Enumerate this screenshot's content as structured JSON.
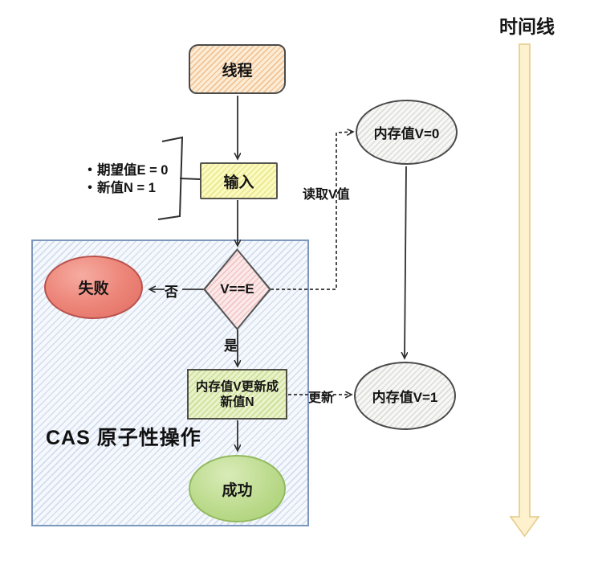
{
  "diagram": {
    "timeline": {
      "label": "时间线"
    },
    "cas_box": {
      "label": "CAS 原子性操作"
    },
    "nodes": {
      "thread": {
        "label": "线程"
      },
      "input": {
        "label": "输入"
      },
      "condition": {
        "label": "V==E"
      },
      "fail": {
        "label": "失败"
      },
      "update": {
        "line1": "内存值V更新成",
        "line2": "新值N"
      },
      "success": {
        "label": "成功"
      },
      "memory_v0": {
        "label": "内存值V=0"
      },
      "memory_v1": {
        "label": "内存值V=1"
      }
    },
    "inputs_list": {
      "items": [
        {
          "label": "期望值E = 0"
        },
        {
          "label": "新值N = 1"
        }
      ]
    },
    "edge_labels": {
      "no": "否",
      "yes": "是",
      "read": "读取V值",
      "update": "更新"
    },
    "colors": {
      "thread_fill": "#fcecd6",
      "input_fill": "#fbfabf",
      "condition_fill": "#fbe9e9",
      "fail_fill": "#ee897d",
      "update_fill": "#eaf2ca",
      "success_fill": "#bcdb8d",
      "memory_fill": "#f7f7f5",
      "cas_box_fill": "#f5f8fc",
      "cas_box_border": "#7d97bd",
      "timeline_fill": "#fdf2cd",
      "timeline_border": "#e6cf94",
      "line_color": "#2f2f2f"
    }
  }
}
